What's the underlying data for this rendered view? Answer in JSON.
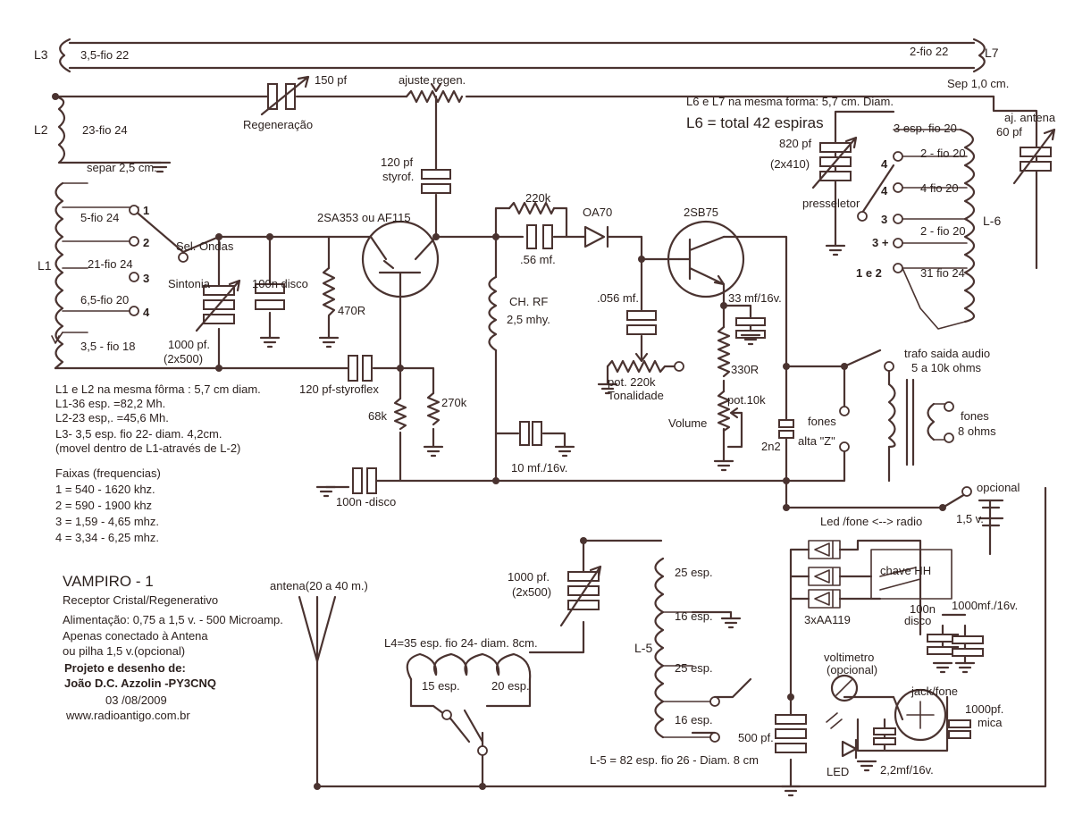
{
  "coils": {
    "l3": "L3",
    "l3_wire": "3,5-fio 22",
    "l7": "L7",
    "l7_wire": "2-fio 22",
    "l2": "L2",
    "l2_wire": "23-fio 24",
    "separ": "separ 2,5 cm.",
    "l1": "L1",
    "l1_t1": "5-fio 24",
    "l1_t2": "21-fio 24",
    "l1_t3": "6,5-fio 20",
    "l1_t4": "3,5 - fio 18",
    "sep": "Sep 1,0 cm.",
    "l6l7_note": "L6 e L7 na mesma forma: 5,7 cm. Diam.",
    "l6_total": "L6 = total 42 espiras",
    "l6": "L-6",
    "l6_t1": "3 esp. fio 20",
    "l6_t2": "2 - fio 20",
    "l6_t3": "4 fio 20",
    "l6_t4": "2 - fio 20",
    "l6_t5": "31 fio 24",
    "l5": "L-5",
    "l5_t1": "25 esp.",
    "l5_t2": "16 esp.",
    "l5_t3": "25 esp.",
    "l5_t4": "16 esp.",
    "l5_note": "L-5 = 82 esp. fio 26 - Diam. 8 cm",
    "l4_note": "L4=35 esp. fio 24- diam. 8cm.",
    "l4_t1": "15 esp.",
    "l4_t2": "20  esp."
  },
  "components": {
    "cap150": "150 pf",
    "regen_label": "Regeneração",
    "ajuste": "ajuste regen.",
    "c120_a": "120 pf",
    "c120_b": "styrof.",
    "t1": "2SA353  ou AF115",
    "r220k": "220k",
    "oa70": "OA70",
    "t2": "2SB75",
    "c56": ".56 mf.",
    "chrf_a": "CH. RF",
    "chrf_b": "2,5 mhy.",
    "c056": ".056 mf.",
    "pot220_a": "pot. 220k",
    "pot220_b": "Tonalidade",
    "c33": "33 mf/16v.",
    "r330": "330R",
    "pot10": "pot.10k",
    "volume": "Volume",
    "c2n2": "2n2",
    "fones_hi_a": "fones",
    "fones_hi_b": "alta \"Z\"",
    "trafo_a": "trafo saida audio",
    "trafo_b": "5 a 10k ohms",
    "fones_lo_a": "fones",
    "fones_lo_b": "8 ohms",
    "sel": "Sel. Ondas",
    "sintonia": "Sintonia",
    "c100n": "100n  disco",
    "r470": "470R",
    "c1000_a": "1000 pf.",
    "c1000_b": "(2x500)",
    "c120s": "120 pf-styroflex",
    "r68k": "68k",
    "r270k": "270k",
    "c100nd": "100n -disco",
    "c10": "10 mf./16v.",
    "c820_a": "820 pf",
    "c820_b": "(2x410)",
    "presseletor": "presseletor",
    "aj_a": "aj. antena",
    "aj_b": "60 pf",
    "opcional": "opcional",
    "bat": "1,5 v.",
    "led_radio": "Led /fone  <--> radio",
    "chave": "chave HH",
    "diodes": "3xAA119",
    "c100n2_a": "100n",
    "c100n2_b": "disco",
    "c1000mf": "1000mf./16v.",
    "volt_a": "voltimetro",
    "volt_b": "(opcional)",
    "jack": "jack/fone",
    "c1000mica_a": "1000pf.",
    "c1000mica_b": "mica",
    "led": "LED",
    "c22": "2,2mf/16v.",
    "c500": "500 pf.",
    "c1000b_a": "1000 pf.",
    "c1000b_b": "(2x500)",
    "antena": "antena(20 a 40 m.)"
  },
  "switch_numbers": {
    "s1": "1",
    "s2": "2",
    "s3": "3",
    "s4": "4",
    "p1": "4",
    "p2": "4",
    "p3": "3",
    "p4": "3 +",
    "p5": "1  e 2"
  },
  "notes": {
    "n1": "L1 e L2 na mesma fôrma : 5,7 cm diam.",
    "n2": "L1-36 esp. =82,2  Mh.",
    "n3": "L2-23 esp,. =45,6 Mh.",
    "n4": "L3- 3,5 esp. fio  22- diam. 4,2cm.",
    "n5": "(movel dentro de L1-através de L-2)",
    "f0": "Faixas (frequencias)",
    "f1": "1 = 540 - 1620 khz.",
    "f2": "2 = 590 - 1900 khz",
    "f3": "3 = 1,59 - 4,65 mhz.",
    "f4": "4 = 3,34 - 6,25 mhz."
  },
  "title_block": {
    "title": "VAMPIRO - 1",
    "subtitle": "Receptor Cristal/Regenerativo",
    "power": "Alimentação: 0,75 a 1,5 v. - 500 Microamp.",
    "note1": "Apenas conectado à Antena",
    "note2": "ou pilha 1,5 v.(opcional)",
    "credit1": "Projeto e desenho de:",
    "credit2": "João D.C. Azzolin -PY3CNQ",
    "date": "03 /08/2009",
    "site": "www.radioantigo.com.br"
  }
}
